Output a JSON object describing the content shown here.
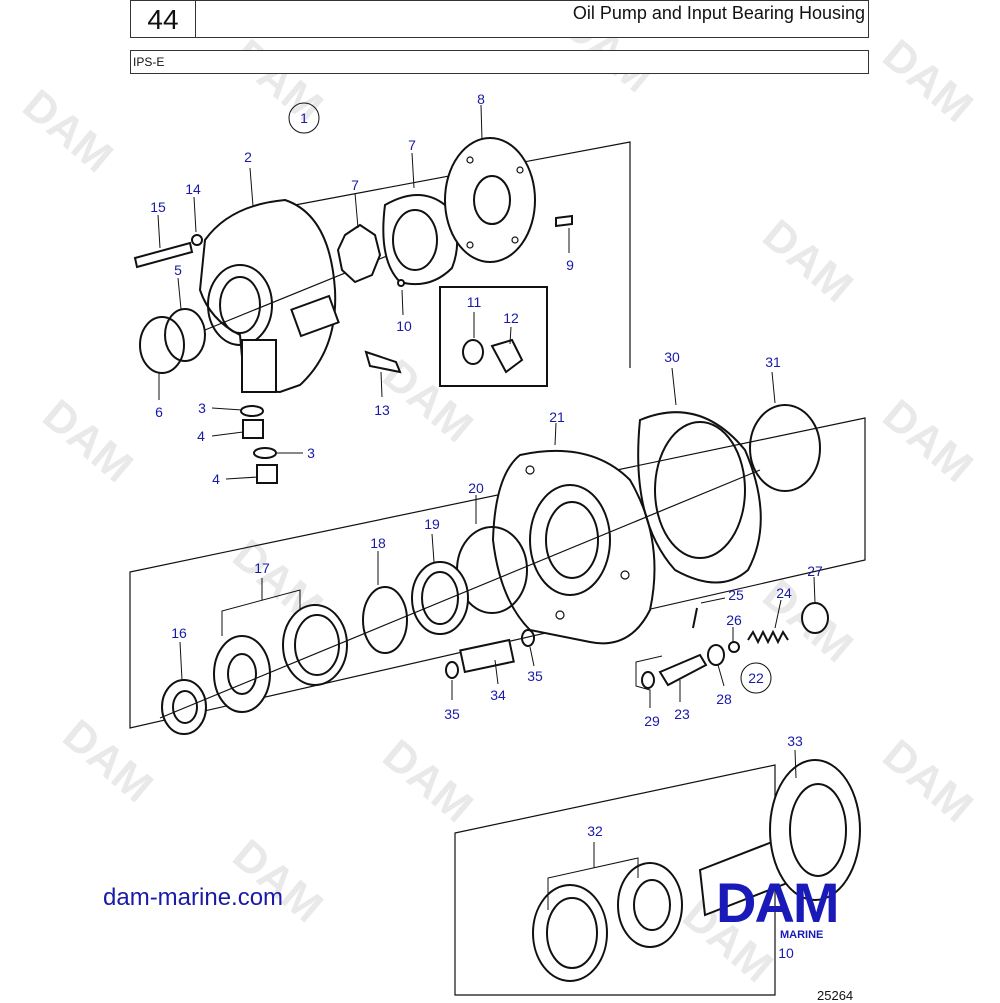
{
  "header": {
    "page_number": "44",
    "title": "Oil Pump and Input Bearing Housing",
    "model": "IPS-E"
  },
  "watermark": "DAM",
  "footer": {
    "website": "dam-marine.com",
    "brand": "DAM",
    "brand_sub": "MARINE",
    "figure_id": "25264"
  },
  "callouts": {
    "c1": "1",
    "c2": "2",
    "c3a": "3",
    "c3b": "3",
    "c4a": "4",
    "c4b": "4",
    "c5": "5",
    "c6": "6",
    "c7a": "7",
    "c7b": "7",
    "c8": "8",
    "c9": "9",
    "c10a": "10",
    "c10b": "10",
    "c11": "11",
    "c12": "12",
    "c13": "13",
    "c14": "14",
    "c15": "15",
    "c16": "16",
    "c17": "17",
    "c18": "18",
    "c19": "19",
    "c20": "20",
    "c21": "21",
    "c22": "22",
    "c23": "23",
    "c24": "24",
    "c25": "25",
    "c26": "26",
    "c27": "27",
    "c28": "28",
    "c29": "29",
    "c30": "30",
    "c31": "31",
    "c32": "32",
    "c33": "33",
    "c34": "34",
    "c35a": "35",
    "c35b": "35"
  },
  "colors": {
    "callout": "#1a1aa6",
    "brand": "#1a1ab8",
    "watermark": "#d8d8d8"
  }
}
